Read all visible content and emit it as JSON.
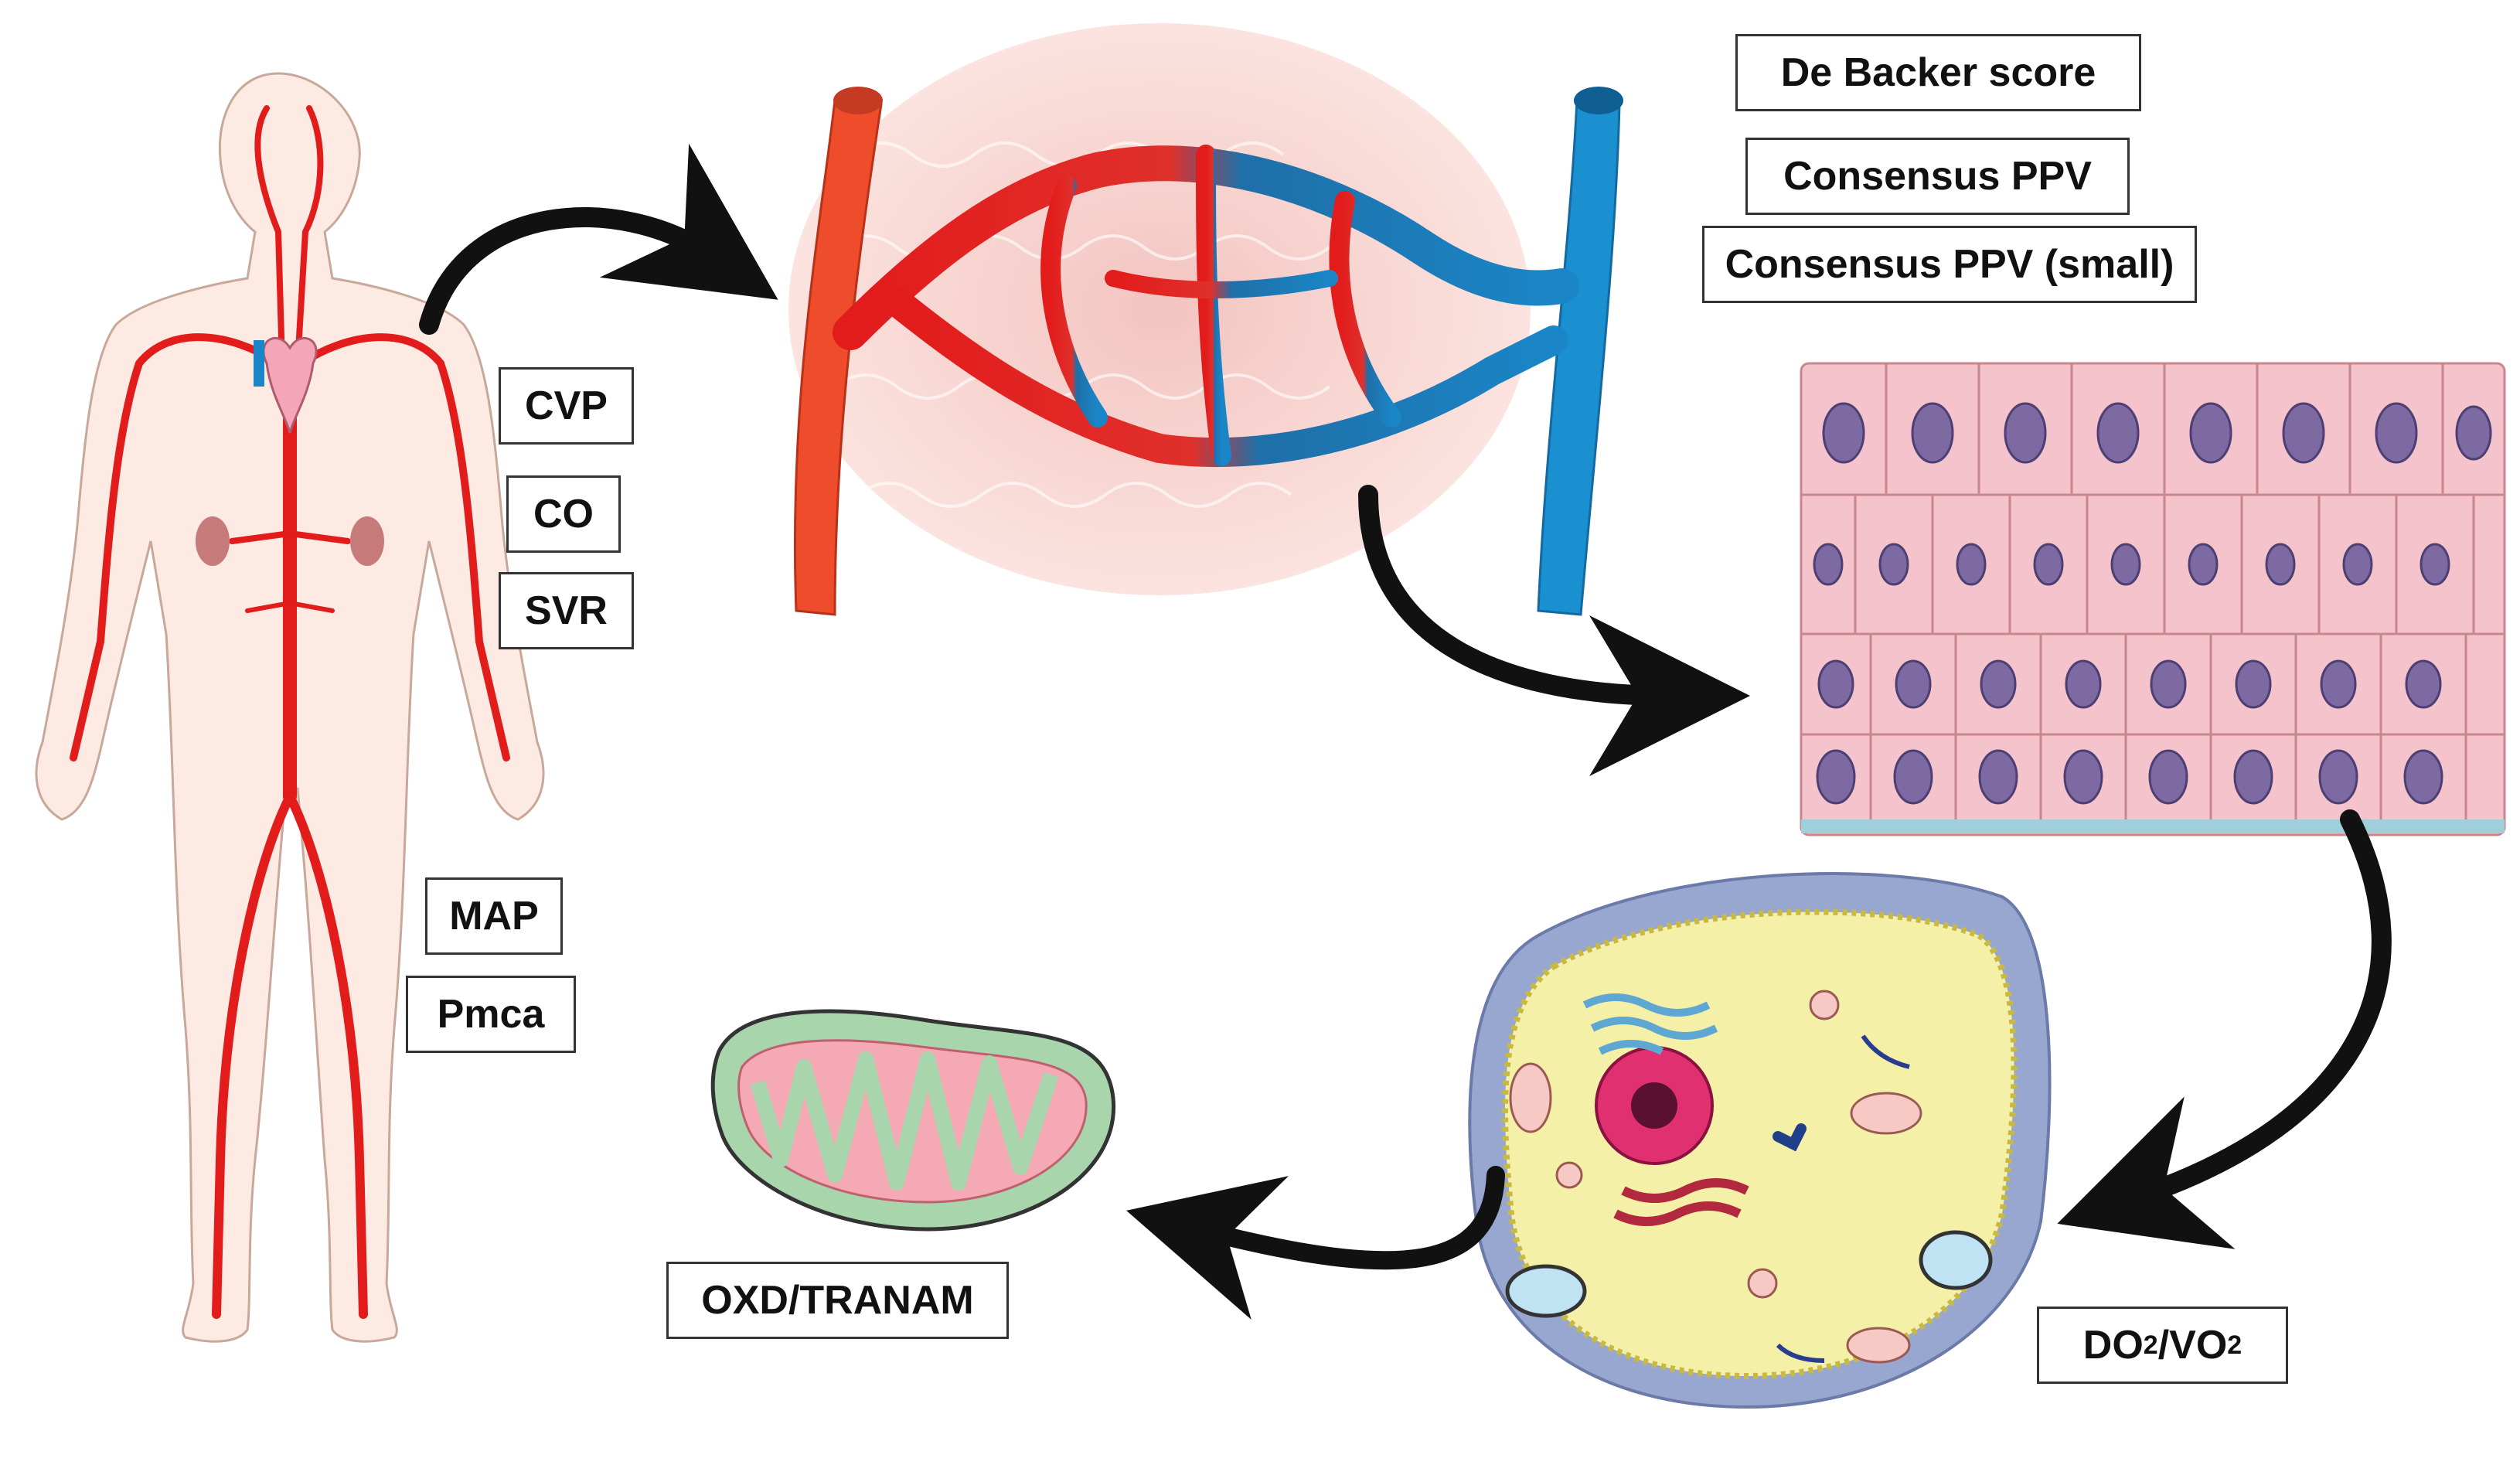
{
  "labels": {
    "de_backer": "De Backer score",
    "consensus_ppv": "Consensus PPV",
    "consensus_ppv_small": "Consensus PPV (small)",
    "cvp": "CVP",
    "co": "CO",
    "svr": "SVR",
    "map": "MAP",
    "pmca": "Pmca",
    "oxd_tranam": "OXD/TRANAM",
    "do2_vo2": {
      "do": "DO",
      "sub1": "2",
      "slash_vo": "/VO",
      "sub2": "2"
    }
  },
  "colors": {
    "artery": "#e21b1b",
    "vein": "#1a86c7",
    "skin": "#fdebe3",
    "tissue": "#f7d3cf",
    "epithelium": "#f5b8c2",
    "nucleus": "#7d6aa3",
    "cytoplasm": "#f5f0a8",
    "membrane": "#98a7cf",
    "mito_outer": "#a9d5ad",
    "mito_inner": "#f4a9b4",
    "arrow": "#111111"
  },
  "icons": [
    "human-circulation-figure",
    "capillary-bed-illustration",
    "epithelial-tissue-illustration",
    "cell-illustration",
    "mitochondrion-illustration"
  ]
}
